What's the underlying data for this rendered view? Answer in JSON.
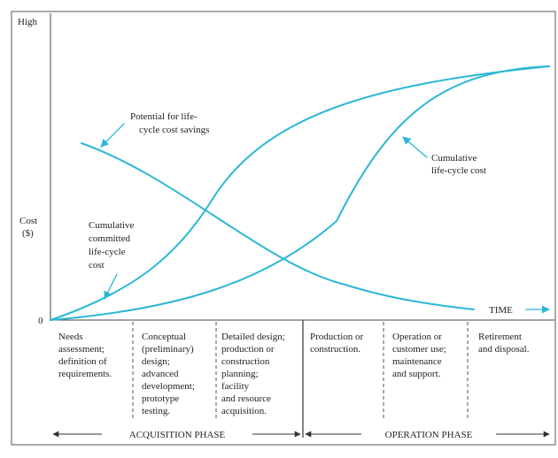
{
  "colors": {
    "curve": "#2bb7d6",
    "ink": "#222222",
    "frame": "#555555"
  },
  "axis": {
    "y_high": "High",
    "y_zero": "0",
    "y_label_1": "Cost",
    "y_label_2": "($)",
    "x_label": "TIME"
  },
  "curves": {
    "savings": [
      "Potential for life-",
      "cycle cost savings"
    ],
    "committed": [
      "Cumulative",
      "committed",
      "life-cycle",
      "cost"
    ],
    "lifecycle": [
      "Cumulative",
      "life-cycle cost"
    ]
  },
  "stages": [
    {
      "lines": [
        "Needs",
        "assessment;",
        "definition of",
        "requirements."
      ]
    },
    {
      "lines": [
        "Conceptual",
        "(preliminary)",
        "design;",
        "advanced",
        "development;",
        "prototype",
        "testing."
      ]
    },
    {
      "lines": [
        "Detailed design;",
        "production or",
        "construction",
        "planning;",
        "facility",
        "and resource",
        "acquisition."
      ]
    },
    {
      "lines": [
        "Production or",
        "construction."
      ]
    },
    {
      "lines": [
        "Operation or",
        "customer use;",
        "maintenance",
        "and support."
      ]
    },
    {
      "lines": [
        "Retirement",
        "and disposal."
      ]
    }
  ],
  "phases": {
    "acquisition": "ACQUISITION PHASE",
    "operation": "OPERATION PHASE"
  }
}
